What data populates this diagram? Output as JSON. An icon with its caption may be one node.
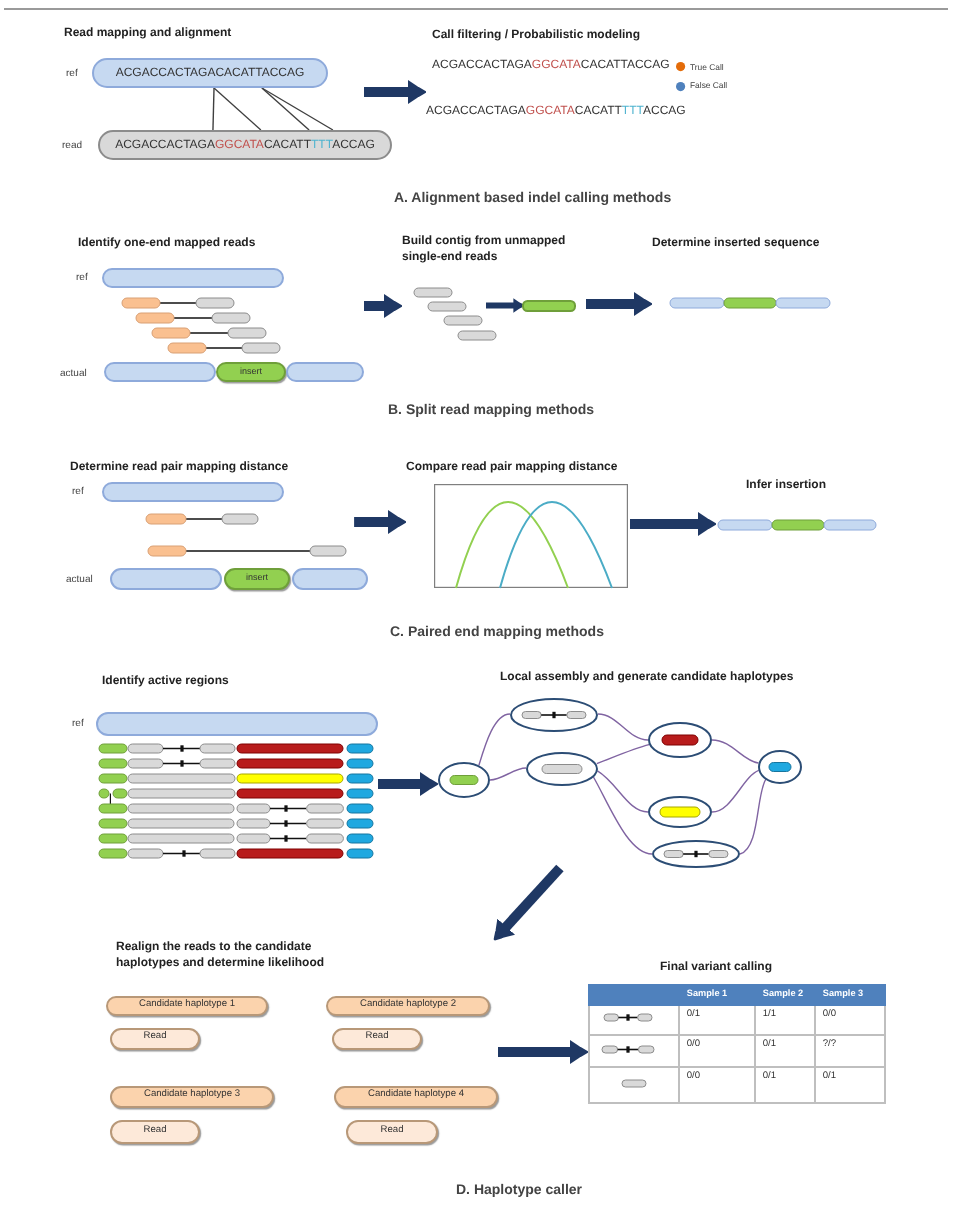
{
  "diagram": {
    "nodes": [
      {
        "text": [
          "Read mapping and alignment"
        ]
      },
      {
        "text": [
          "ACGACCACTAGACACATTACCAG"
        ],
        "beside": [
          "ref"
        ],
        "in": 0
      },
      {
        "text": [
          "ACGACCACTAGA**GGCATA**CACATT**TTT**ACCAG"
        ],
        "beside": [
          "read"
        ],
        "in": 0
      },
      {
        "text": [
          "Call filtering / Probabilistic modeling"
        ]
      },
      {
        "text": [
          "Identify one-end mapped reads"
        ]
      },
      {
        "text": [
          "insert"
        ],
        "in": 4
      },
      {
        "text": [
          "Build contig from unmapped single-end reads"
        ]
      },
      {
        "text": [],
        "shape": "bar"
      },
      {
        "text": [
          "Determine inserted sequence"
        ]
      },
      {
        "text": [
          "Determine read pair mapping distance"
        ]
      },
      {
        "text": [
          "insert"
        ],
        "in": 9
      },
      {
        "text": [
          "Compare read pair mapping distance"
        ]
      },
      {
        "text": [
          "Infer insertion"
        ]
      },
      {
        "text": [
          "Identify active regions"
        ]
      },
      {
        "text": [
          "Local assembly and generate candidate haplotypes"
        ]
      },
      {
        "text": [],
        "shape": "ellipse",
        "in": 14
      },
      {
        "text": [],
        "shape": "ellipse",
        "in": 14
      },
      {
        "text": [],
        "shape": "ellipse",
        "in": 14
      },
      {
        "text": [],
        "shape": "ellipse",
        "in": 14
      },
      {
        "text": [],
        "shape": "ellipse",
        "in": 14
      },
      {
        "text": [],
        "shape": "ellipse",
        "in": 14
      },
      {
        "text": [],
        "shape": "ellipse",
        "in": 14
      },
      {
        "text": [
          "Realign the reads to the candidate haplotypes and determine likelihood"
        ]
      },
      {
        "text": [
          "Candidate haplotype 1"
        ],
        "in": 22
      },
      {
        "text": [
          "Candidate haplotype 2"
        ],
        "in": 22
      },
      {
        "text": [
          "Read"
        ],
        "in": 22
      },
      {
        "text": [
          "Read"
        ],
        "in": 22
      },
      {
        "text": [
          "Candidate haplotype 3"
        ],
        "in": 22
      },
      {
        "text": [
          "Candidate haplotype 4"
        ],
        "in": 22
      },
      {
        "text": [
          "Read"
        ],
        "in": 22
      },
      {
        "text": [
          "Read"
        ],
        "in": 22
      },
      {
        "text": [
          "Final variant calling"
        ]
      }
    ],
    "edges": [
      {
        "from": 0,
        "to": 3,
        "arrow": "to",
        "style": "thick"
      },
      {
        "from": 1,
        "to": 2,
        "arrow": "none",
        "color": "#404040"
      },
      {
        "from": 1,
        "to": 2,
        "arrow": "none",
        "color": "#404040"
      },
      {
        "from": 1,
        "to": 2,
        "arrow": "none",
        "color": "#404040"
      },
      {
        "from": 1,
        "to": 2,
        "arrow": "none",
        "color": "#404040"
      },
      {
        "from": 4,
        "to": 6,
        "arrow": "to",
        "style": "thick"
      },
      {
        "from": 6,
        "to": 7,
        "arrow": "to",
        "style": "thick"
      },
      {
        "from": 6,
        "to": 8,
        "arrow": "to",
        "style": "thick"
      },
      {
        "from": 9,
        "to": 11,
        "arrow": "to",
        "style": "thick"
      },
      {
        "from": 11,
        "to": 12,
        "arrow": "to",
        "style": "thick"
      },
      {
        "from": 13,
        "to": 14,
        "arrow": "to",
        "style": "thick"
      },
      {
        "from": 15,
        "to": 16,
        "arrow": "none",
        "color": "#8064a2"
      },
      {
        "from": 15,
        "to": 17,
        "arrow": "none",
        "color": "#8064a2"
      },
      {
        "from": 16,
        "to": 18,
        "arrow": "none",
        "color": "#8064a2"
      },
      {
        "from": 17,
        "to": 18,
        "arrow": "none",
        "color": "#8064a2"
      },
      {
        "from": 17,
        "to": 19,
        "arrow": "none",
        "color": "#8064a2"
      },
      {
        "from": 17,
        "to": 20,
        "arrow": "none",
        "color": "#8064a2"
      },
      {
        "from": 18,
        "to": 21,
        "arrow": "none",
        "color": "#8064a2"
      },
      {
        "from": 19,
        "to": 21,
        "arrow": "none",
        "color": "#8064a2"
      },
      {
        "from": 20,
        "to": 21,
        "arrow": "none",
        "color": "#8064a2"
      },
      {
        "from": 14,
        "to": 22,
        "arrow": "to",
        "style": "thick"
      },
      {
        "from": 22,
        "to": 31,
        "arrow": "to",
        "style": "thick"
      }
    ],
    "labels": [
      "ACGACCACTAGA**GGCATA**CACATTACCAG",
      "ACGACCACTAGA**GGCATA**CACATT**TTT**ACCAG",
      "A. Alignment based indel calling methods",
      "ref",
      "actual",
      "B. Split read mapping methods",
      "ref",
      "actual",
      "C. Paired end mapping methods",
      "ref",
      "Sample 1",
      "Sample 2",
      "Sample 3",
      "0/1",
      "1/1",
      "0/0",
      "0/0",
      "0/1",
      "?/?",
      "0/0",
      "0/1",
      "0/1",
      "D. Haplotype caller"
    ],
    "legend": [
      {
        "text": "True Call",
        "color": "#e46c0a"
      },
      {
        "text": "False Call",
        "color": "#4f81bd"
      }
    ]
  }
}
